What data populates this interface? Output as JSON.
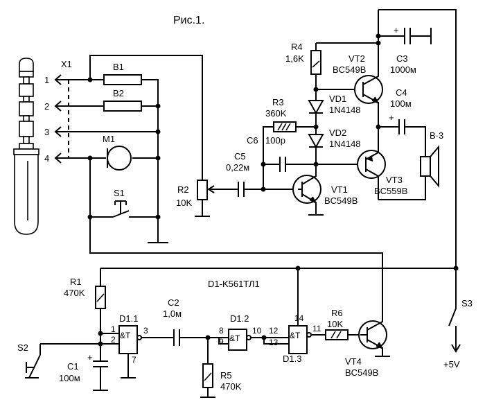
{
  "title": "Рис.1.",
  "chip_label": "D1-K561ТЛ1",
  "gate_symbol": "&T",
  "connector": {
    "ref": "X1",
    "pins": [
      "1",
      "2",
      "3",
      "4"
    ]
  },
  "components": {
    "B1": {
      "ref": "B1"
    },
    "B2": {
      "ref": "B2"
    },
    "M1": {
      "ref": "M1"
    },
    "S1": {
      "ref": "S1"
    },
    "S2": {
      "ref": "S2"
    },
    "S3": {
      "ref": "S3"
    },
    "R1": {
      "ref": "R1",
      "value": "470K"
    },
    "R2": {
      "ref": "R2",
      "value": "10K"
    },
    "R3": {
      "ref": "R3",
      "value": "360K"
    },
    "R4": {
      "ref": "R4",
      "value": "1,6K"
    },
    "R5": {
      "ref": "R5",
      "value": "470K"
    },
    "R6": {
      "ref": "R6",
      "value": "10K"
    },
    "C1": {
      "ref": "C1",
      "value": "100м"
    },
    "C2": {
      "ref": "C2",
      "value": "1,0м"
    },
    "C3": {
      "ref": "C3",
      "value": "1000м"
    },
    "C4": {
      "ref": "C4",
      "value": "100м"
    },
    "C5": {
      "ref": "C5",
      "value": "0,22м"
    },
    "C6": {
      "ref": "C6",
      "value": "100p"
    },
    "VD1": {
      "ref": "VD1",
      "value": "1N4148"
    },
    "VD2": {
      "ref": "VD2",
      "value": "1N4148"
    },
    "VT1": {
      "ref": "VT1",
      "value": "BC549B"
    },
    "VT2": {
      "ref": "VT2",
      "value": "BC549B"
    },
    "VT3": {
      "ref": "VT3",
      "value": "BC559B"
    },
    "VT4": {
      "ref": "VT4",
      "value": "BC549B"
    },
    "BA": {
      "ref": "B·3"
    },
    "D11": {
      "ref": "D1.1",
      "pins": [
        "1",
        "2",
        "3",
        "7"
      ]
    },
    "D12": {
      "ref": "D1.2",
      "pins": [
        "8",
        "9",
        "10"
      ]
    },
    "D13": {
      "ref": "D1.3",
      "pins": [
        "12",
        "13",
        "11",
        "14"
      ]
    }
  },
  "supply": "+5V",
  "polarity_mark": "+"
}
